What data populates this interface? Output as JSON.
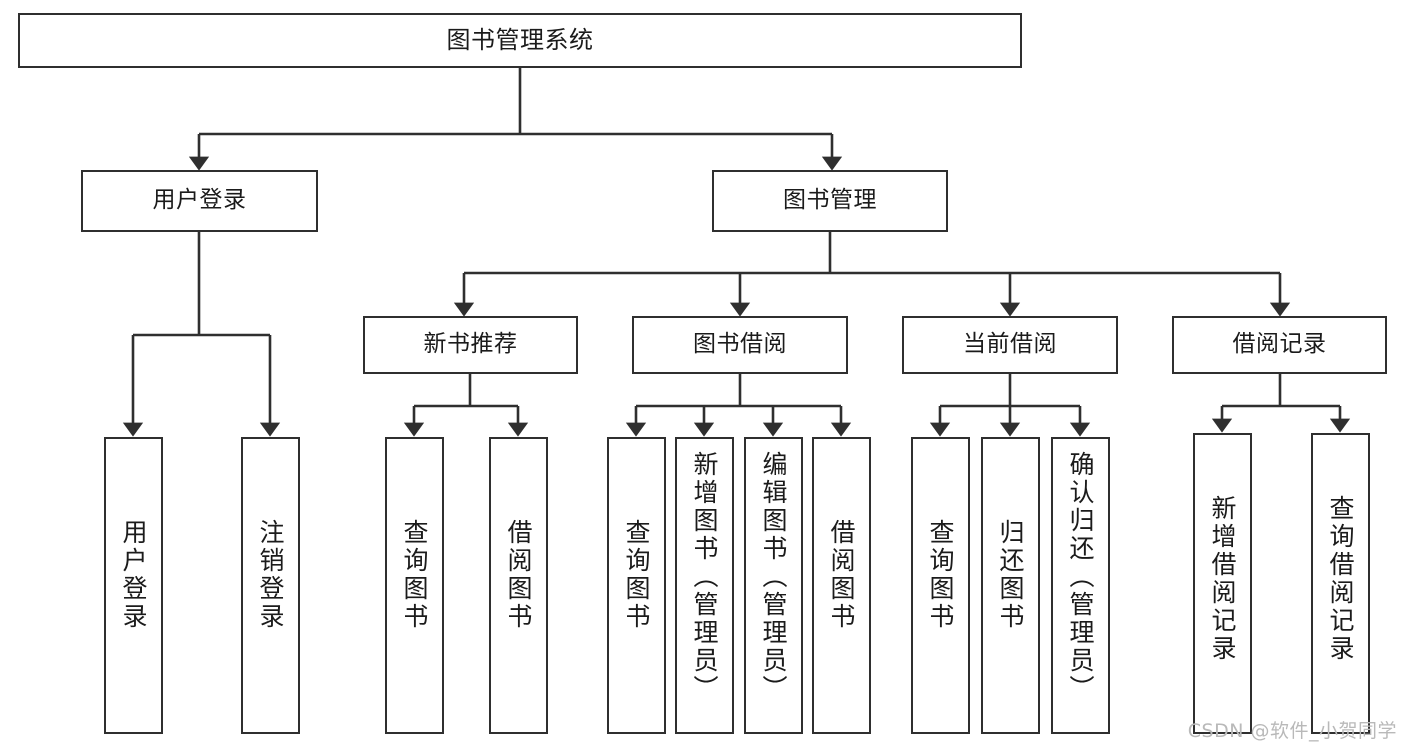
{
  "diagram": {
    "type": "tree-hierarchy",
    "title": "图书管理系统",
    "orientation": "top-down",
    "colors": {
      "box_border": "#2f2f2f",
      "box_fill": "#ffffff",
      "edge": "#2f2f2f",
      "text": "#1b1b1b",
      "watermark": "#b9b9b9"
    },
    "root": {
      "id": "root",
      "label": "图书管理系统"
    },
    "level2": [
      {
        "id": "user-login",
        "label": "用户登录"
      },
      {
        "id": "book-manage",
        "label": "图书管理"
      }
    ],
    "level3": [
      {
        "id": "new-book-rec",
        "label": "新书推荐",
        "parent": "book-manage"
      },
      {
        "id": "book-borrow",
        "label": "图书借阅",
        "parent": "book-manage"
      },
      {
        "id": "current-borrow",
        "label": "当前借阅",
        "parent": "book-manage"
      },
      {
        "id": "borrow-record",
        "label": "借阅记录",
        "parent": "book-manage"
      }
    ],
    "leaves": [
      {
        "id": "leaf-user-login",
        "label": "用户登录",
        "parent": "user-login"
      },
      {
        "id": "leaf-logout-login",
        "label": "注销登录",
        "parent": "user-login"
      },
      {
        "id": "leaf-query-book-1",
        "label": "查询图书",
        "parent": "new-book-rec"
      },
      {
        "id": "leaf-borrow-book-1",
        "label": "借阅图书",
        "parent": "new-book-rec"
      },
      {
        "id": "leaf-query-book-2",
        "label": "查询图书",
        "parent": "book-borrow"
      },
      {
        "id": "leaf-add-book",
        "label": "新增图书（管理员）",
        "parent": "book-borrow"
      },
      {
        "id": "leaf-edit-book",
        "label": "编辑图书（管理员）",
        "parent": "book-borrow"
      },
      {
        "id": "leaf-borrow-book-2",
        "label": "借阅图书",
        "parent": "book-borrow"
      },
      {
        "id": "leaf-query-book-3",
        "label": "查询图书",
        "parent": "current-borrow"
      },
      {
        "id": "leaf-return-book",
        "label": "归还图书",
        "parent": "current-borrow"
      },
      {
        "id": "leaf-confirm-return",
        "label": "确认归还（管理员）",
        "parent": "current-borrow"
      },
      {
        "id": "leaf-add-record",
        "label": "新增借阅记录",
        "parent": "borrow-record"
      },
      {
        "id": "leaf-query-record",
        "label": "查询借阅记录",
        "parent": "borrow-record"
      }
    ]
  },
  "watermark": {
    "text": "CSDN @软件_小贺同学"
  }
}
